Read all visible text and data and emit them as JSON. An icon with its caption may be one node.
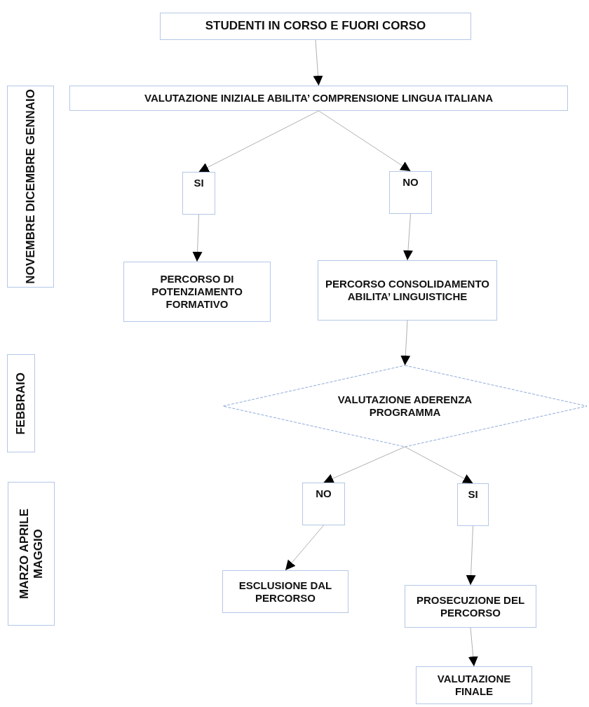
{
  "diagram": {
    "nodes": [
      {
        "text": [
          "STUDENTI IN CORSO E FUORI CORSO"
        ]
      },
      {
        "text": [
          "NOVEMBRE DICEMBRE GENNAIO"
        ]
      },
      {
        "text": [
          "VALUTAZIONE INIZIALE ABILITA’ COMPRENSIONE LINGUA ITALIANA"
        ]
      },
      {
        "text": [
          "SI"
        ]
      },
      {
        "text": [
          "NO"
        ]
      },
      {
        "text": [
          "PERCORSO DI POTENZIAMENTO FORMATIVO"
        ]
      },
      {
        "text": [
          "PERCORSO CONSOLIDAMENTO ABILITA’ LINGUISTICHE"
        ]
      },
      {
        "text": [
          "FEBBRAIO"
        ]
      },
      {
        "text": [
          "VALUTAZIONE ADERENZA PROGRAMMA"
        ]
      },
      {
        "text": [
          "MARZO APRILE MAGGIO"
        ]
      },
      {
        "text": [
          "NO"
        ]
      },
      {
        "text": [
          "SI"
        ]
      },
      {
        "text": [
          "ESCLUSIONE DAL PERCORSO"
        ]
      },
      {
        "text": [
          "PROSECUZIONE DEL PERCORSO"
        ]
      },
      {
        "text": [
          "VALUTAZIONE FINALE"
        ]
      }
    ],
    "edges": [
      {
        "from": 0,
        "to": 2,
        "arrow": "to"
      },
      {
        "from": 2,
        "to": 3,
        "arrow": "to"
      },
      {
        "from": 2,
        "to": 4,
        "arrow": "to"
      },
      {
        "from": 3,
        "to": 5,
        "arrow": "to"
      },
      {
        "from": 4,
        "to": 6,
        "arrow": "to"
      },
      {
        "from": 6,
        "to": 8,
        "arrow": "to"
      },
      {
        "from": 8,
        "to": 10,
        "arrow": "to"
      },
      {
        "from": 8,
        "to": 11,
        "arrow": "to"
      },
      {
        "from": 10,
        "to": 12,
        "arrow": "to"
      },
      {
        "from": 11,
        "to": 13,
        "arrow": "to"
      },
      {
        "from": 13,
        "to": 14,
        "arrow": "to"
      }
    ]
  }
}
